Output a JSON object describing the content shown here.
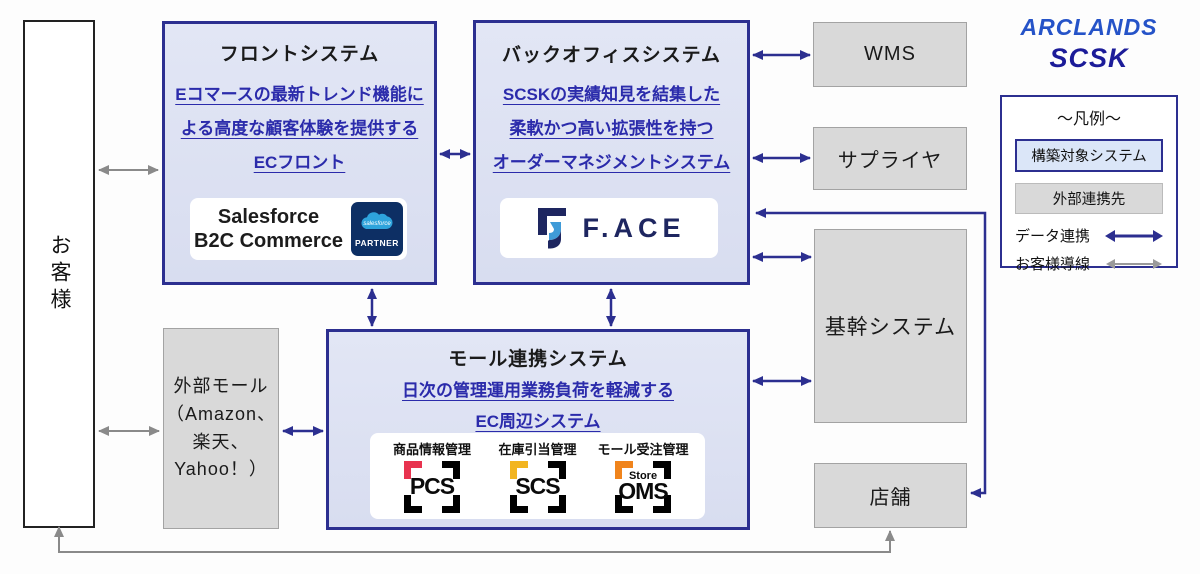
{
  "colors": {
    "navy_border": "#2c2f90",
    "box_fill": "#dce1f3",
    "link_text": "#2b2bab",
    "gray_fill": "#d9d9d9",
    "blue_arrow": "#2c2f90",
    "gray_arrow": "#8a8a8a",
    "pcs_accent": "#e8334f",
    "scs_accent": "#f2b521",
    "oms_accent": "#f0841c"
  },
  "brand": {
    "arclands": "ARCLANDS",
    "scsk": "SCSK"
  },
  "customer": {
    "label": "お客様"
  },
  "front_system": {
    "title": "フロントシステム",
    "desc_lines": [
      "Eコマースの最新トレンド機能に",
      "よる高度な顧客体験を提供する",
      "ECフロント"
    ],
    "logo": {
      "line1": "Salesforce",
      "line2": "B2C Commerce",
      "badge_brand": "salesforce",
      "badge_label": "PARTNER"
    }
  },
  "back_office": {
    "title": "バックオフィスシステム",
    "desc_lines": [
      "SCSKの実績知見を結集した",
      "柔軟かつ高い拡張性を持つ",
      "オーダーマネジメントシステム"
    ],
    "logo_text": "F.ACE"
  },
  "mall_system": {
    "title": "モール連携システム",
    "desc_lines": [
      "日次の管理運用業務負荷を軽減する",
      "EC周辺システム"
    ],
    "products": [
      {
        "label": "商品情報管理",
        "name": "PCS",
        "accent": "#e8334f"
      },
      {
        "label": "在庫引当管理",
        "name": "SCS",
        "accent": "#f2b521"
      },
      {
        "label": "モール受注管理",
        "name_top": "Store",
        "name": "OMS",
        "accent": "#f0841c"
      }
    ]
  },
  "external_mall": {
    "lines": [
      "外部モール",
      "（Amazon、",
      "楽天、",
      "Yahoo！）"
    ]
  },
  "external_systems": {
    "wms": "WMS",
    "supplier": "サプライヤ",
    "core": "基幹システム",
    "store": "店舗"
  },
  "legend": {
    "title": "～凡例～",
    "built_system": "構築対象システム",
    "external_partner": "外部連携先",
    "data_link": "データ連携",
    "customer_flow": "お客様導線"
  }
}
